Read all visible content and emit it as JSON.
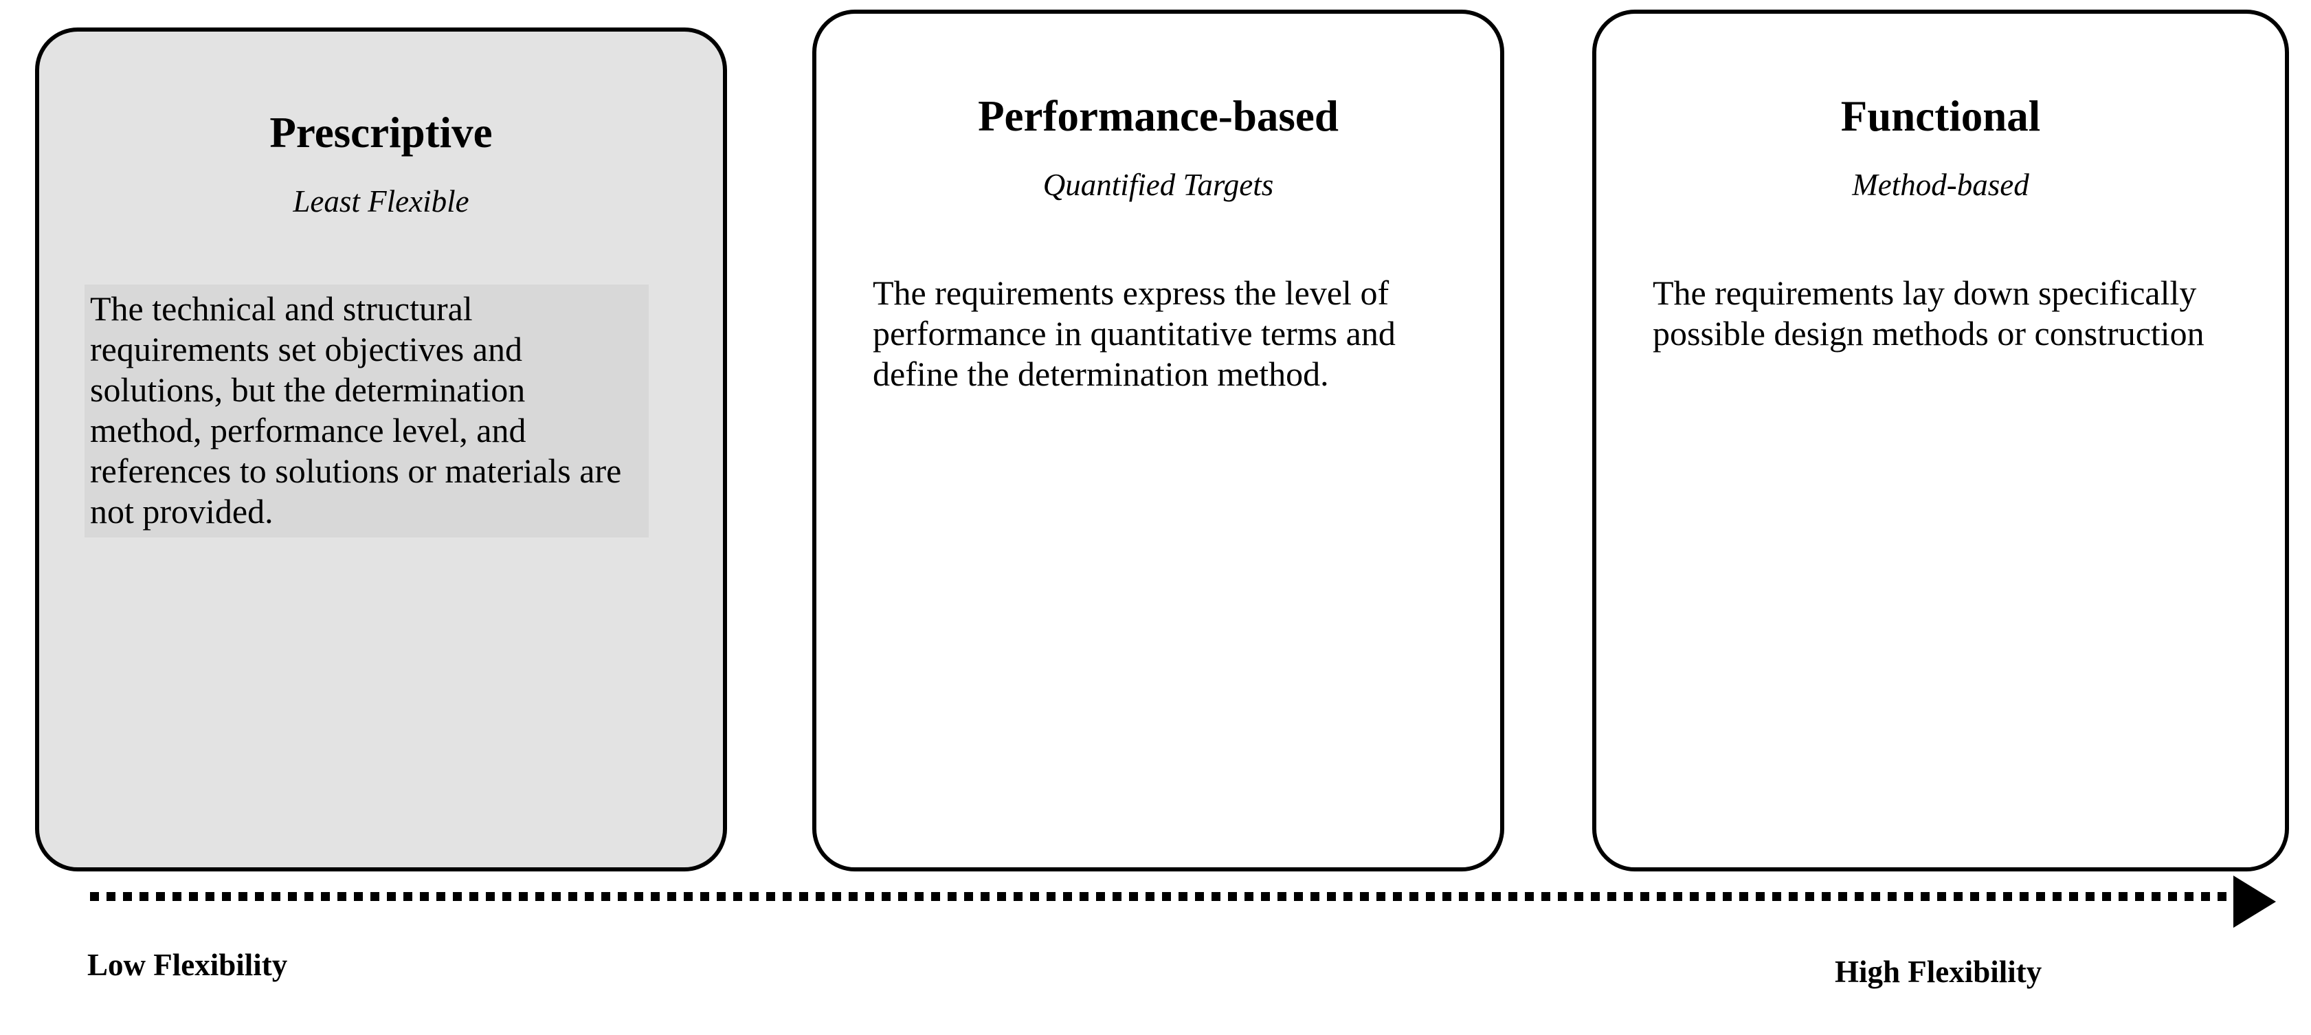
{
  "diagram": {
    "type": "flexibility-spectrum",
    "cards": [
      {
        "title": "Prescriptive",
        "subtitle": "Least Flexible",
        "body": "The technical and structural requirements set objectives and solutions, but the determination method, performance level, and references to solutions or materials are not provided.",
        "highlighted": true,
        "fill_color": "#e3e3e3",
        "body_fill_color": "#d8d8d8"
      },
      {
        "title": "Performance-based",
        "subtitle": "Quantified Targets",
        "body": "The requirements express the level of performance in quantitative terms and define the determination method.",
        "highlighted": false,
        "fill_color": "#ffffff",
        "body_fill_color": "#ffffff"
      },
      {
        "title": "Functional",
        "subtitle": "Method-based",
        "body": "The requirements lay down specifically possible design methods or construction",
        "highlighted": false,
        "fill_color": "#ffffff",
        "body_fill_color": "#ffffff"
      }
    ],
    "axis": {
      "left_label": "Low Flexibility",
      "right_label": "High Flexibility",
      "style": "dotted-arrow",
      "direction": "left-to-right",
      "color": "#000000"
    },
    "border_color": "#000000",
    "background_color": "#ffffff"
  }
}
